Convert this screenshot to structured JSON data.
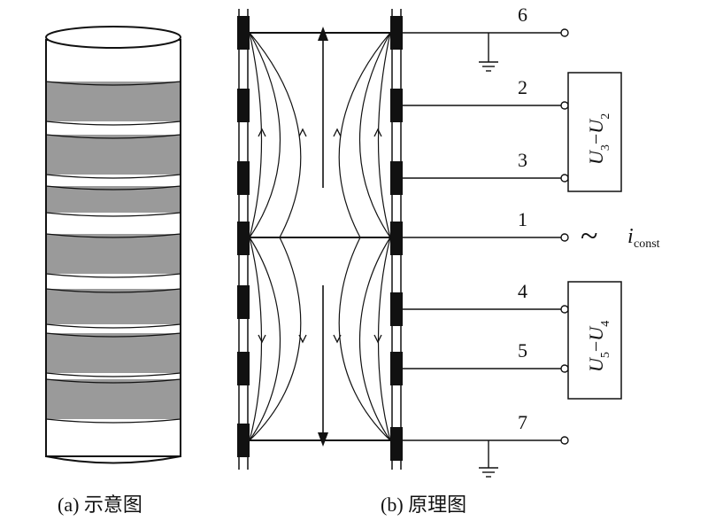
{
  "captions": {
    "left": "(a) 示意图",
    "right": "(b) 原理图"
  },
  "terminals": [
    "6",
    "2",
    "3",
    "1",
    "4",
    "5",
    "7"
  ],
  "box_upper": {
    "U": "U",
    "a": "3",
    "dash": "−",
    "b": "2"
  },
  "box_lower": {
    "U": "U",
    "a": "5",
    "dash": "−",
    "b": "4"
  },
  "source": {
    "tilde": "~",
    "symbol": "i",
    "subscript": "const"
  },
  "colors": {
    "band_gray": "#9a9a9a",
    "line": "#111111",
    "electrode": "#111111"
  }
}
